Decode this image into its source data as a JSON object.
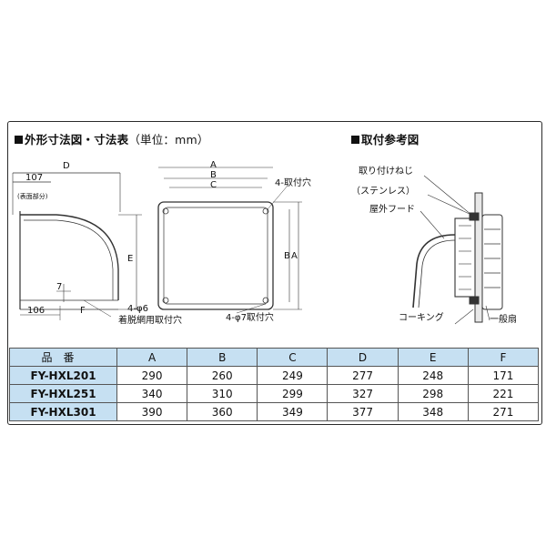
{
  "headings": {
    "dimensions_prefix": "外形寸法図・寸法表",
    "dimensions_unit": "（単位：mm）",
    "mounting": "取付参考図"
  },
  "drawing_labels": {
    "D": "D",
    "dim_107": "107",
    "dim_note": "(表面部分)",
    "E": "E",
    "dim_7": "7",
    "dim_106": "106",
    "F": "F",
    "hole_4_6": "4-φ6",
    "hole_4_6_note": "着脱網用取付穴",
    "A": "A",
    "B": "B",
    "C": "C",
    "mount_holes_top": "4-取付穴",
    "hole_4_7": "4-φ7取付穴",
    "screw": "取り付けねじ",
    "stainless": "（ステンレス）",
    "hood": "屋外フード",
    "caulking": "コーキング",
    "fan": "一般扇"
  },
  "table": {
    "headers": [
      "品番",
      "A",
      "B",
      "C",
      "D",
      "E",
      "F"
    ],
    "rows": [
      [
        "FY-HXL201",
        "290",
        "260",
        "249",
        "277",
        "248",
        "171"
      ],
      [
        "FY-HXL251",
        "340",
        "310",
        "299",
        "327",
        "298",
        "221"
      ],
      [
        "FY-HXL301",
        "390",
        "360",
        "349",
        "377",
        "348",
        "271"
      ]
    ]
  },
  "colors": {
    "header_fill": "#c6e0f2",
    "border": "#2a2a2a"
  }
}
